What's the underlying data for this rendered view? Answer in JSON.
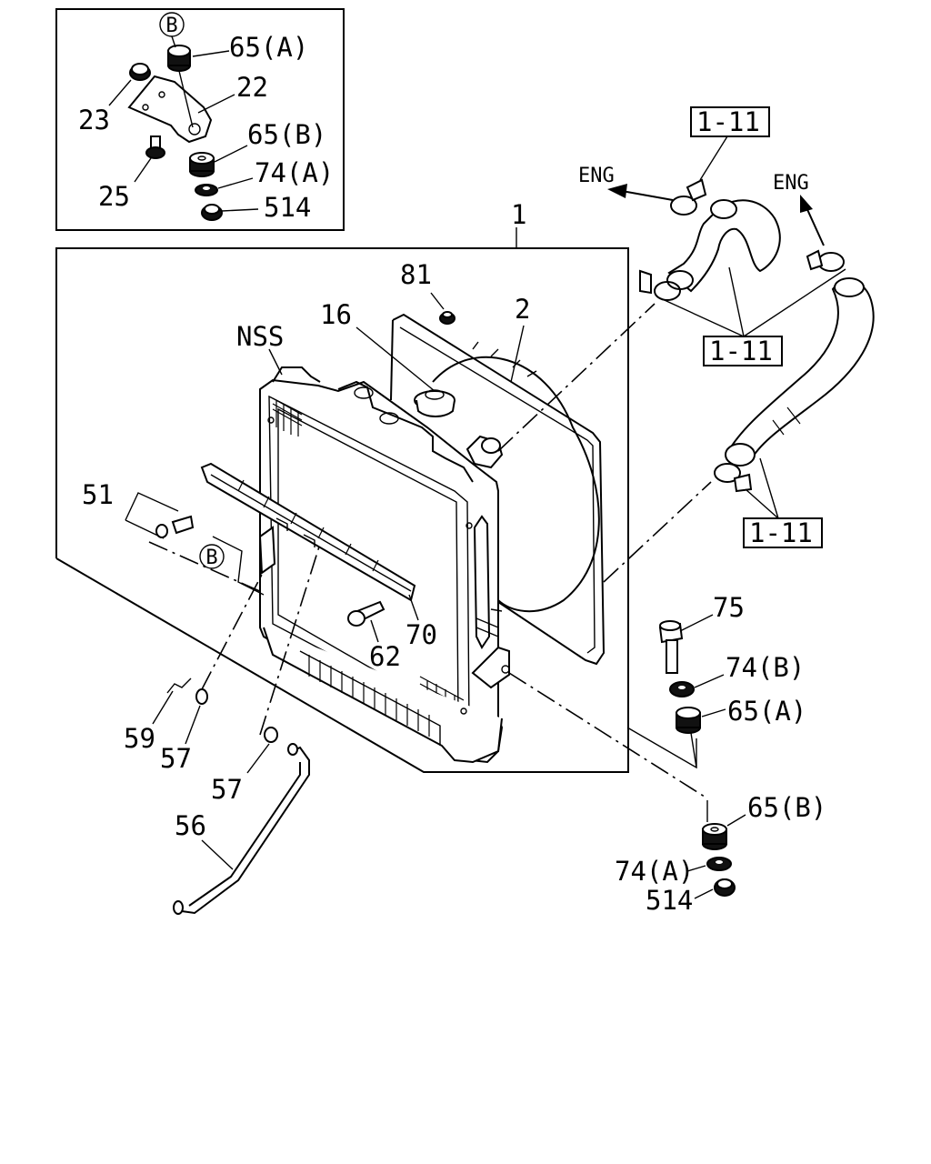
{
  "callouts": {
    "inset_b": "B",
    "inset_65a": "65(A)",
    "inset_22": "22",
    "inset_23": "23",
    "inset_65b": "65(B)",
    "inset_25": "25",
    "inset_74a": "74(A)",
    "inset_514": "514",
    "main_1": "1",
    "main_81": "81",
    "main_16": "16",
    "main_2": "2",
    "main_nss": "NSS",
    "main_51": "51",
    "main_b": "B",
    "main_62": "62",
    "main_70": "70",
    "main_59": "59",
    "main_57a": "57",
    "main_57b": "57",
    "main_56": "56",
    "ref_top": "1-11",
    "ref_mid": "1-11",
    "ref_low": "1-11",
    "eng_left": "ENG",
    "eng_right": "ENG",
    "right_75": "75",
    "right_74b": "74(B)",
    "right_65a": "65(A)",
    "right_65b": "65(B)",
    "right_74a": "74(A)",
    "right_514": "514"
  }
}
